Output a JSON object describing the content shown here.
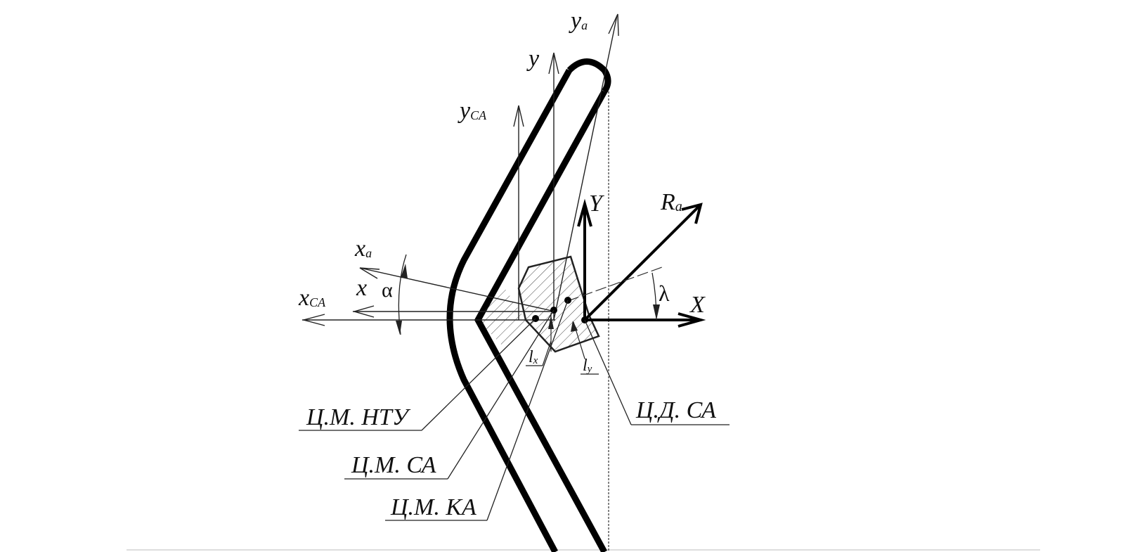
{
  "axes": {
    "ya": {
      "main": "y",
      "sub": "a"
    },
    "y": {
      "main": "y"
    },
    "yca": {
      "main": "y",
      "sub": "CA"
    },
    "Y": {
      "main": "Y"
    },
    "Ra": {
      "main": "R",
      "sub": "a"
    },
    "X": {
      "main": "X"
    },
    "xa": {
      "main": "x",
      "sub": "a"
    },
    "x": {
      "main": "x"
    },
    "xca": {
      "main": "x",
      "sub": "CA"
    }
  },
  "angles": {
    "alpha": "α",
    "lambda": "λ"
  },
  "dims": {
    "lx": {
      "main": "l",
      "sub": "x"
    },
    "ly": {
      "main": "l",
      "sub": "y"
    }
  },
  "callouts": {
    "cm_ntu": "Ц.М. НТУ",
    "cm_ca": "Ц.М. СА",
    "cm_ka": "Ц.М. КА",
    "cd_ca": "Ц.Д. СА"
  }
}
